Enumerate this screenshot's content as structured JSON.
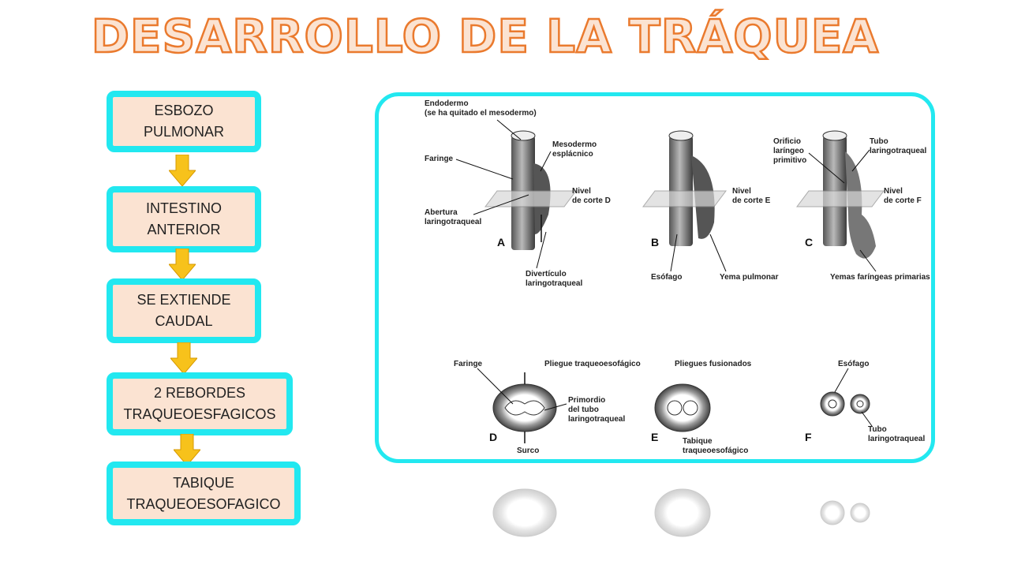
{
  "title": "DESARROLLO DE LA TRÁQUEA",
  "colors": {
    "accent_border": "#22e8f0",
    "box_fill": "#fbe3d2",
    "arrow": "#f7c21b",
    "title_outline": "#ea7a2e"
  },
  "steps": [
    {
      "line1": "ESBOZO",
      "line2": "PULMONAR"
    },
    {
      "line1": "INTESTINO",
      "line2": "ANTERIOR"
    },
    {
      "line1": "SE EXTIENDE",
      "line2": "CAUDAL"
    },
    {
      "line1": "2 REBORDES",
      "line2": "TRAQUEOESFAGICOS"
    },
    {
      "line1": "TABIQUE",
      "line2": "TRAQUEOESOFAGICO"
    }
  ],
  "figure": {
    "A": {
      "letter": "A",
      "endodermo_1": "Endodermo",
      "endodermo_2": "(se ha quitado el mesodermo)",
      "faringe": "Faringe",
      "mesodermo_1": "Mesodermo",
      "mesodermo_2": "esplácnico",
      "nivel_1": "Nivel",
      "nivel_2": "de corte D",
      "abertura_1": "Abertura",
      "abertura_2": "laringotraqueal",
      "diverticulo_1": "Divertículo",
      "diverticulo_2": "laringotraqueal"
    },
    "B": {
      "letter": "B",
      "nivel_1": "Nivel",
      "nivel_2": "de corte E",
      "esofago": "Esófago",
      "yema": "Yema pulmonar"
    },
    "C": {
      "letter": "C",
      "orificio_1": "Orificio",
      "orificio_2": "laríngeo",
      "orificio_3": "primitivo",
      "tubo_1": "Tubo",
      "tubo_2": "laringotraqueal",
      "nivel_1": "Nivel",
      "nivel_2": "de corte F",
      "yemas": "Yemas faríngeas primarias"
    },
    "D": {
      "letter": "D",
      "faringe": "Faringe",
      "pliegue": "Pliegue traqueoesofágico",
      "primordio_1": "Primordio",
      "primordio_2": "del tubo",
      "primordio_3": "laringotraqueal",
      "surco": "Surco"
    },
    "E": {
      "letter": "E",
      "pliegues": "Pliegues fusionados",
      "tabique_1": "Tabique",
      "tabique_2": "traqueoesofágico"
    },
    "F": {
      "letter": "F",
      "esofago": "Esófago",
      "tubo_1": "Tubo",
      "tubo_2": "laringotraqueal"
    }
  }
}
